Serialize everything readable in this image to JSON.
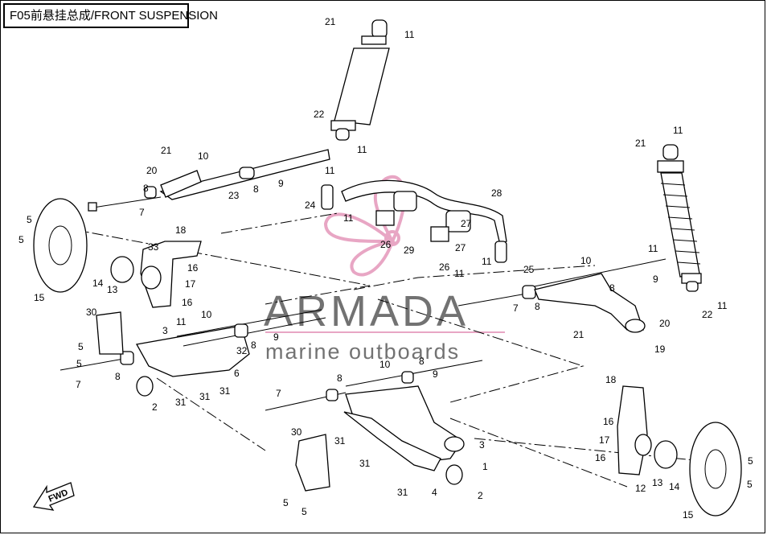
{
  "title": "F05前悬挂总成/FRONT SUSPENSION",
  "watermark": {
    "brand": "ARMADA",
    "tagline": "marine outboards",
    "logo_color": "#e8a6c4"
  },
  "fwd_label": "FWD",
  "callouts": [
    {
      "n": "21"
    },
    {
      "n": "11"
    },
    {
      "n": "22"
    },
    {
      "n": "11"
    },
    {
      "n": "21"
    },
    {
      "n": "10"
    },
    {
      "n": "20"
    },
    {
      "n": "11"
    },
    {
      "n": "8"
    },
    {
      "n": "9"
    },
    {
      "n": "23"
    },
    {
      "n": "8"
    },
    {
      "n": "7"
    },
    {
      "n": "5"
    },
    {
      "n": "5"
    },
    {
      "n": "18"
    },
    {
      "n": "33"
    },
    {
      "n": "16"
    },
    {
      "n": "17"
    },
    {
      "n": "16"
    },
    {
      "n": "14"
    },
    {
      "n": "13"
    },
    {
      "n": "15"
    },
    {
      "n": "24"
    },
    {
      "n": "11"
    },
    {
      "n": "28"
    },
    {
      "n": "26"
    },
    {
      "n": "27"
    },
    {
      "n": "29"
    },
    {
      "n": "26"
    },
    {
      "n": "27"
    },
    {
      "n": "11"
    },
    {
      "n": "25"
    },
    {
      "n": "11"
    },
    {
      "n": "21"
    },
    {
      "n": "11"
    },
    {
      "n": "11"
    },
    {
      "n": "22"
    },
    {
      "n": "11"
    },
    {
      "n": "10"
    },
    {
      "n": "8"
    },
    {
      "n": "9"
    },
    {
      "n": "7"
    },
    {
      "n": "8"
    },
    {
      "n": "20"
    },
    {
      "n": "21"
    },
    {
      "n": "19"
    },
    {
      "n": "30"
    },
    {
      "n": "10"
    },
    {
      "n": "11"
    },
    {
      "n": "3"
    },
    {
      "n": "9"
    },
    {
      "n": "32"
    },
    {
      "n": "8"
    },
    {
      "n": "5"
    },
    {
      "n": "5"
    },
    {
      "n": "8"
    },
    {
      "n": "7"
    },
    {
      "n": "6"
    },
    {
      "n": "31"
    },
    {
      "n": "31"
    },
    {
      "n": "31"
    },
    {
      "n": "2"
    },
    {
      "n": "10"
    },
    {
      "n": "8"
    },
    {
      "n": "9"
    },
    {
      "n": "8"
    },
    {
      "n": "7"
    },
    {
      "n": "30"
    },
    {
      "n": "31"
    },
    {
      "n": "31"
    },
    {
      "n": "3"
    },
    {
      "n": "1"
    },
    {
      "n": "31"
    },
    {
      "n": "4"
    },
    {
      "n": "2"
    },
    {
      "n": "5"
    },
    {
      "n": "5"
    },
    {
      "n": "18"
    },
    {
      "n": "16"
    },
    {
      "n": "17"
    },
    {
      "n": "16"
    },
    {
      "n": "12"
    },
    {
      "n": "13"
    },
    {
      "n": "14"
    },
    {
      "n": "5"
    },
    {
      "n": "5"
    },
    {
      "n": "15"
    }
  ]
}
